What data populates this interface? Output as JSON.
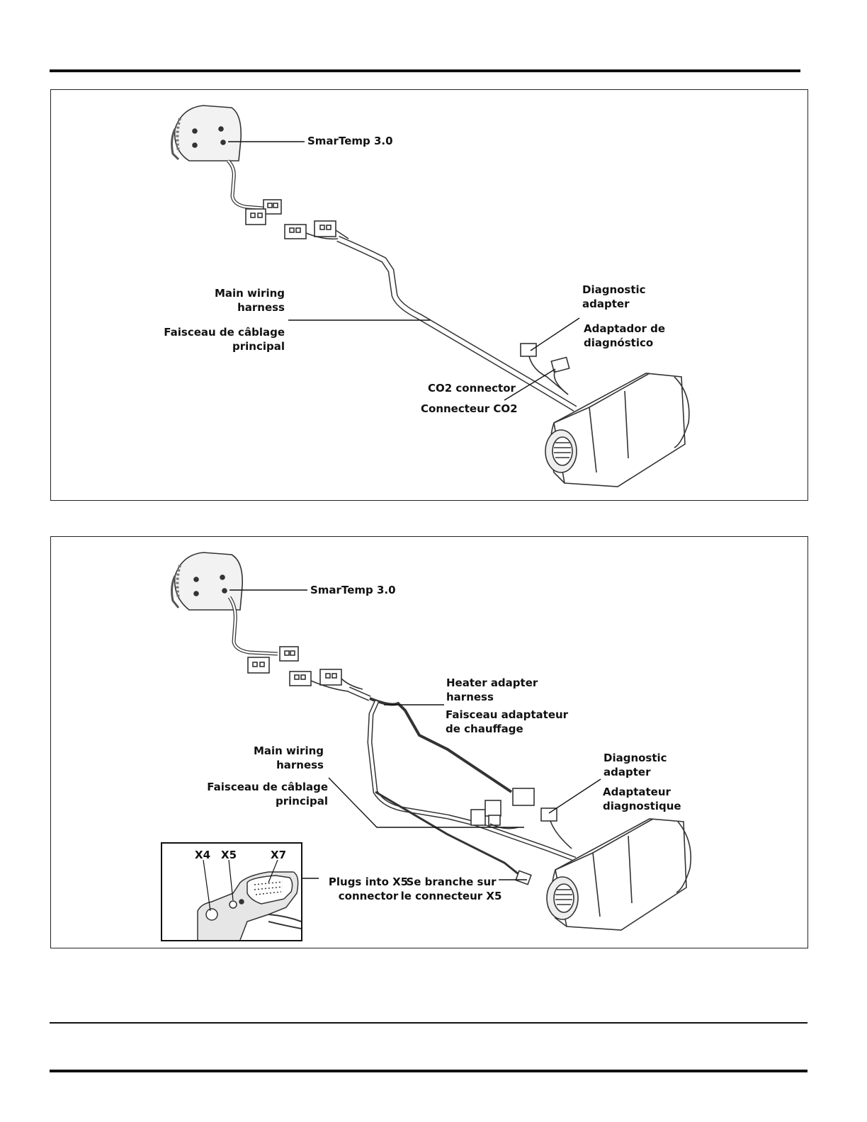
{
  "diagram1": {
    "control_label": "SmarTemp 3.0",
    "main_harness": [
      "Main wiring",
      "harness"
    ],
    "main_harness_fr": [
      "Faisceau de câblage",
      "principal"
    ],
    "diag_adapter": [
      "Diagnostic",
      "adapter"
    ],
    "diag_adapter_es": [
      "Adaptador de",
      "diagnóstico"
    ],
    "co2": "CO2 connector",
    "co2_fr": "Connecteur CO2"
  },
  "diagram2": {
    "control_label": "SmarTemp 3.0",
    "heater_adapter": [
      "Heater adapter",
      "harness"
    ],
    "heater_adapter_fr": [
      "Faisceau adaptateur",
      "de chauffage"
    ],
    "main_harness": [
      "Main wiring",
      "harness"
    ],
    "main_harness_fr": [
      "Faisceau de câblage",
      "principal"
    ],
    "diag_adapter": [
      "Diagnostic",
      "adapter"
    ],
    "diag_adapter_fr": [
      "Adaptateur",
      "diagnostique"
    ],
    "plugs": [
      "Plugs into X5",
      "connector"
    ],
    "plugs_fr": [
      "Se branche sur",
      "le connecteur X5"
    ],
    "inset": {
      "x4": "X4",
      "x5": "X5",
      "x7": "X7"
    }
  }
}
